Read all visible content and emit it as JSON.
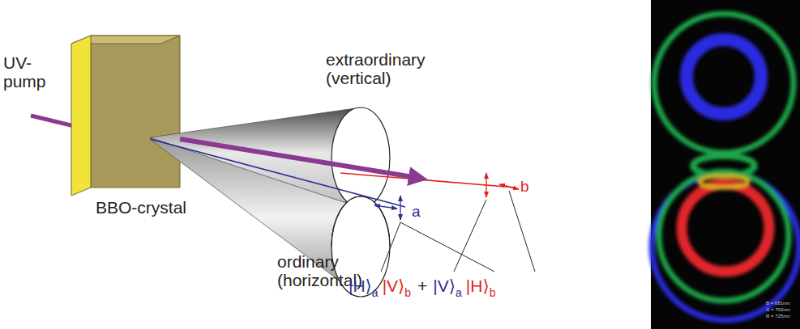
{
  "diagram": {
    "labels": [
      "UV-pump",
      "BBO-crystal",
      "extraordinary (vertical)",
      "ordinary (horizontal)",
      "a",
      "b",
      "|H⟩",
      "a",
      "|V⟩",
      "b",
      "+",
      "|V⟩",
      "a",
      "|H⟩",
      "b",
      "B = 681nm",
      "G = 702nm",
      "R = 725nm"
    ]
  }
}
